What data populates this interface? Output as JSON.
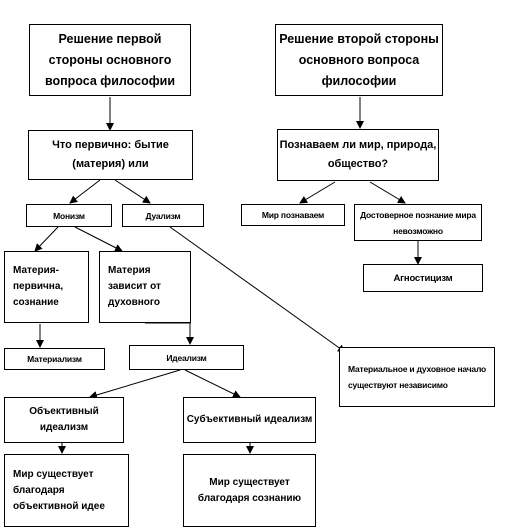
{
  "nodes": {
    "first_side": "Решение первой стороны основного вопроса философии",
    "second_side": "Решение второй стороны основного вопроса философии",
    "what_primary": "Что первично: бытие (материя) или",
    "cognizable": "Познаваем ли мир, природа, общество?",
    "monism": "Монизм",
    "dualism": "Дуализм",
    "world_cognizable": "Мир познаваем",
    "reliable_impossible": "Достоверное познание мира невозможно",
    "matter_primary": "Материя-первична, сознание",
    "matter_depends": "Материя зависит от духовного",
    "agnosticism": "Агностицизм",
    "materialism": "Материализм",
    "idealism": "Идеализм",
    "material_spiritual": "Материальное и духовное начало существуют независимо",
    "objective_idealism": "Объективный идеализм",
    "subjective_idealism": "Субъективный идеализм",
    "world_objective_idea": "Мир существует благодаря объективной идее",
    "world_consciousness": "Мир существует благодаря сознанию"
  },
  "colors": {
    "line": "#000000",
    "box_border": "#000000",
    "background": "#ffffff"
  }
}
